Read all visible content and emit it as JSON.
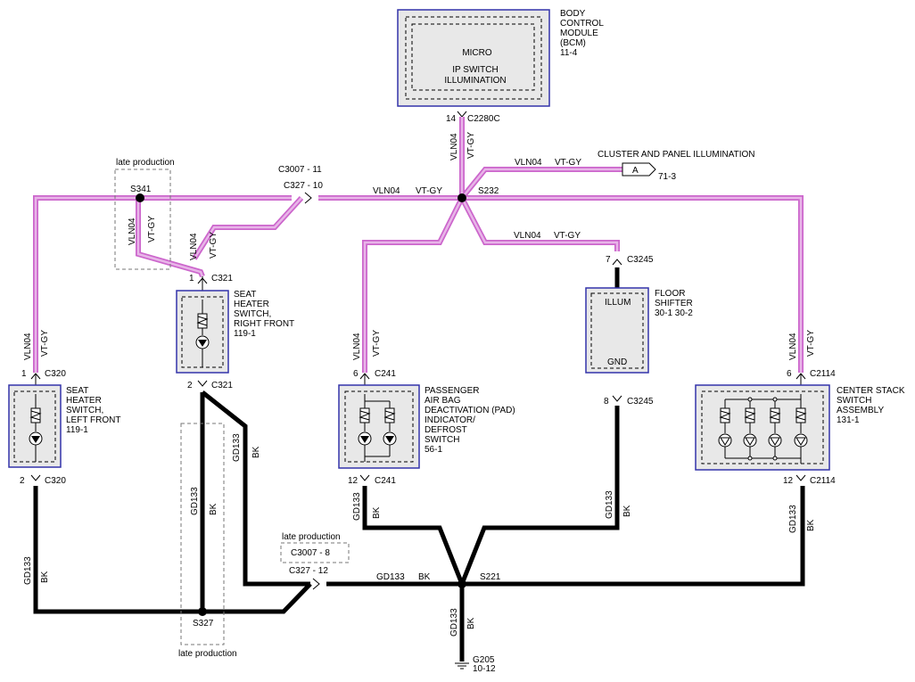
{
  "bcm": {
    "name_lines": [
      "BODY",
      "CONTROL",
      "MODULE",
      "(BCM)",
      "11-4"
    ],
    "micro": "MICRO",
    "function_lines": [
      "IP SWITCH",
      "ILLUMINATION"
    ],
    "pin": "14",
    "connector": "C2280C"
  },
  "wires": {
    "vln04": "VLN04",
    "vtgy": "VT-GY",
    "gd133": "GD133",
    "bk": "BK"
  },
  "splices": {
    "s232": "S232",
    "s341": "S341",
    "s221": "S221",
    "s327": "S327"
  },
  "cluster": {
    "label": "CLUSTER AND PANEL ILLUMINATION",
    "connector_letter": "A",
    "page_ref": "71-3"
  },
  "inline_connectors": {
    "c3007_11": "C3007 - 11",
    "c327_10": "C327 - 10",
    "c3007_8": "C3007 - 8",
    "c327_12": "C327 - 12"
  },
  "late_production": "late production",
  "seat_right": {
    "name_lines": [
      "SEAT",
      "HEATER",
      "SWITCH,",
      "RIGHT FRONT",
      "119-1"
    ],
    "pin_top": "1",
    "conn_top": "C321",
    "pin_bottom": "2",
    "conn_bottom": "C321"
  },
  "seat_left": {
    "name_lines": [
      "SEAT",
      "HEATER",
      "SWITCH,",
      "LEFT FRONT",
      "119-1"
    ],
    "pin_top": "1",
    "conn_top": "C320",
    "pin_bottom": "2",
    "conn_bottom": "C320"
  },
  "pad": {
    "name_lines": [
      "PASSENGER",
      "AIR BAG",
      "DEACTIVATION (PAD)",
      "INDICATOR/",
      "DEFROST",
      "SWITCH",
      "56-1"
    ],
    "pin_top": "6",
    "conn_top": "C241",
    "pin_bottom": "12",
    "conn_bottom": "C241"
  },
  "shifter": {
    "name_lines": [
      "FLOOR",
      "SHIFTER",
      "30-1    30-2"
    ],
    "illum": "ILLUM",
    "gnd": "GND",
    "pin_top": "7",
    "conn_top": "C3245",
    "pin_bottom": "8",
    "conn_bottom": "C3245"
  },
  "center_stack": {
    "name_lines": [
      "CENTER STACK",
      "SWITCH",
      "ASSEMBLY",
      "131-1"
    ],
    "pin_top": "6",
    "conn_top": "C2114",
    "pin_bottom": "12",
    "conn_bottom": "C2114"
  },
  "ground": {
    "name": "G205",
    "page_ref": "10-12"
  }
}
